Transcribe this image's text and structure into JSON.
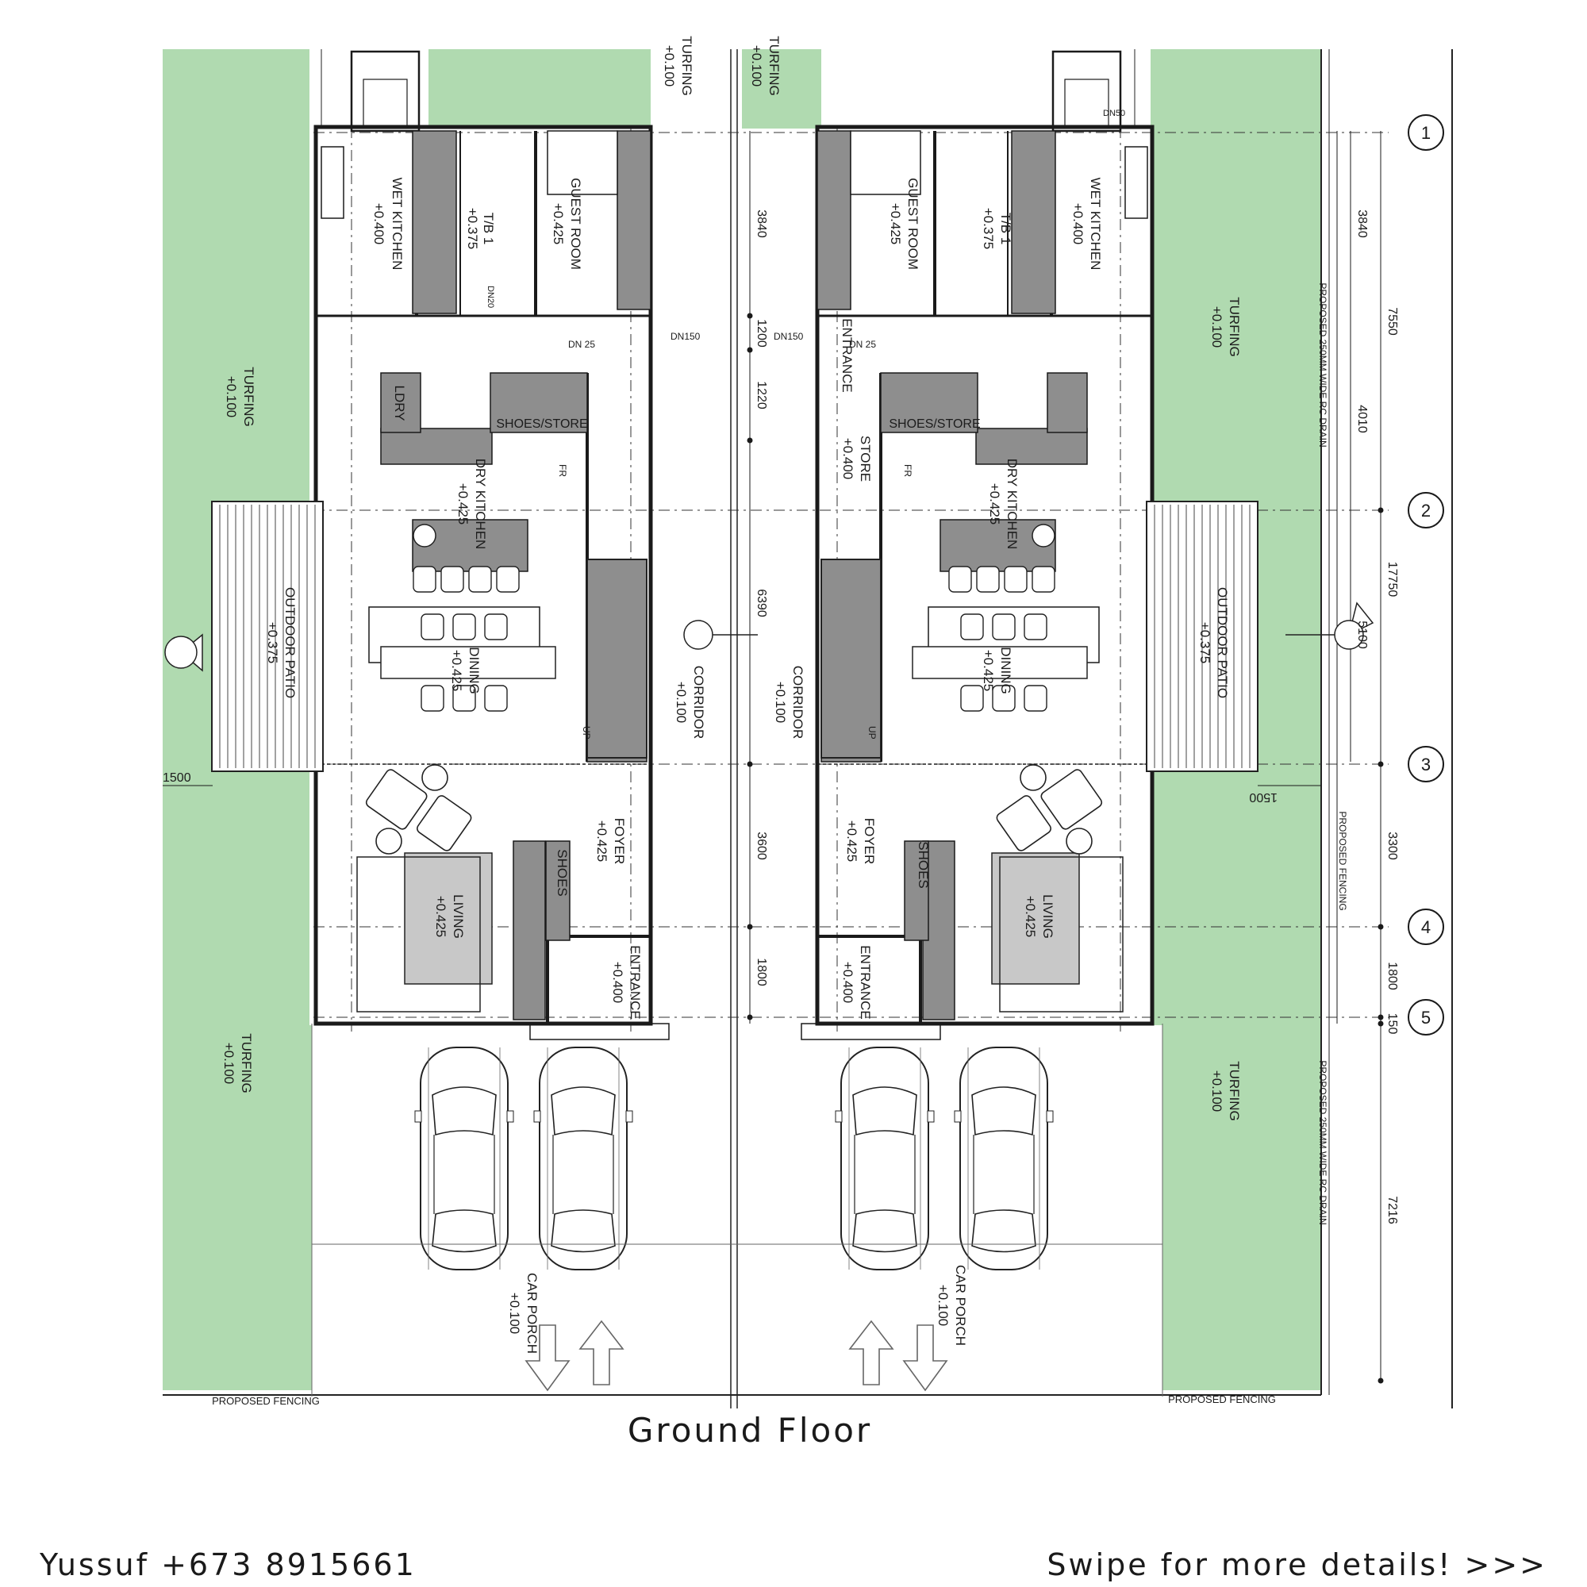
{
  "drawing": {
    "title": "Ground Floor",
    "contact": "Yussuf +673 8915661",
    "swipe": "Swipe for more details! >>>"
  },
  "rooms_left": {
    "wet_kitchen": "WET KITCHEN",
    "wet_kitchen_lvl": "+0.400",
    "tb": "T/B 1",
    "tb_lvl": "+0.375",
    "guest_room": "GUEST ROOM",
    "guest_room_lvl": "+0.425",
    "shoes_store": "SHOES/STORE",
    "ldry": "LDRY",
    "dry_kitchen": "DRY KITCHEN",
    "dry_kitchen_lvl": "+0.425",
    "dining": "DINING",
    "dining_lvl": "+0.425",
    "outdoor_patio": "OUTDOOR PATIO",
    "outdoor_patio_lvl": "+0.375",
    "corridor": "CORRIDOR",
    "corridor_lvl": "+0.100",
    "foyer": "FOYER",
    "foyer_lvl": "+0.425",
    "shoes": "SHOES",
    "living": "LIVING",
    "living_lvl": "+0.425",
    "entrance": "ENTRANCE",
    "entrance_lvl": "+0.400",
    "car_porch": "CAR PORCH",
    "car_porch_lvl": "+0.100"
  },
  "rooms_right": {
    "wet_kitchen": "WET KITCHEN",
    "wet_kitchen_lvl": "+0.400",
    "tb": "T/B 1",
    "tb_lvl": "+0.375",
    "guest_room": "GUEST ROOM",
    "guest_room_lvl": "+0.425",
    "entrance_top": "ENTRANCE",
    "store": "STORE",
    "store_lvl": "+0.400",
    "shoes_store": "SHOES/STORE",
    "dry_kitchen": "DRY KITCHEN",
    "dry_kitchen_lvl": "+0.425",
    "dining": "DINING",
    "dining_lvl": "+0.425",
    "outdoor_patio": "OUTDOOR PATIO",
    "outdoor_patio_lvl": "+0.375",
    "corridor": "CORRIDOR",
    "corridor_lvl": "+0.100",
    "foyer": "FOYER",
    "foyer_lvl": "+0.425",
    "shoes": "SHOES",
    "living": "LIVING",
    "living_lvl": "+0.425",
    "entrance": "ENTRANCE",
    "entrance_lvl": "+0.400",
    "car_porch": "CAR PORCH",
    "car_porch_lvl": "+0.100"
  },
  "site": {
    "turfing": "TURFING",
    "turfing_lvl": "+0.100",
    "proposed_fencing": "PROPOSED FENCING",
    "proposed_drain": "PROPOSED 250MM WIDE RC DRAIN"
  },
  "grid": {
    "g1": "1",
    "g2": "2",
    "g3": "3",
    "g4": "4",
    "g5": "5"
  },
  "dims_left": {
    "d1": "3840",
    "d2": "1200",
    "d3": "1220",
    "d4": "6390",
    "d5": "3600",
    "d6": "1800"
  },
  "dims_right": {
    "d1": "3840",
    "d2": "4010",
    "d3": "7550",
    "d4": "17750",
    "d5": "5100",
    "d6": "3300",
    "d7": "1800",
    "d8": "150",
    "d9": "7216"
  },
  "misc": {
    "off_left": "1500",
    "off_right": "1500",
    "up_left": "UP",
    "up_right": "UP",
    "fr_left": "FR",
    "fr_right": "FR",
    "dn150": "DN150",
    "dn25": "DN 25",
    "dn50": "DN50",
    "dn20": "DN20"
  }
}
